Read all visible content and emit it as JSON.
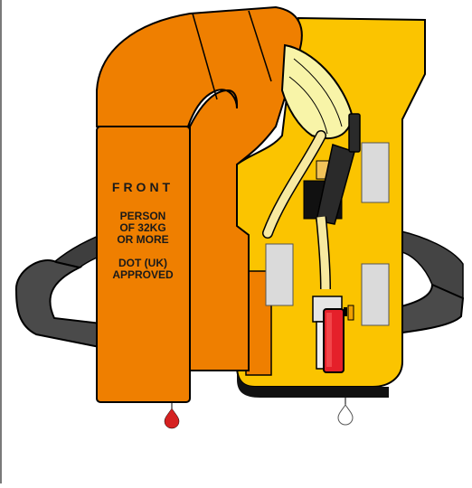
{
  "labels": {
    "front": "FRONT",
    "person_line1": "PERSON",
    "person_line2": "OF 32KG",
    "person_line3": "OR MORE",
    "approval_line1": "DOT (UK)",
    "approval_line2": "APPROVED"
  },
  "colors": {
    "orange_bladder": "#ef7f00",
    "yellow_cover": "#fbc400",
    "belt": "#4a4a4a",
    "cylinder": "#e5202a",
    "water_drop_red": "#d52121",
    "outline": "#000000"
  },
  "icons": [
    "lifejacket",
    "gas-cylinder",
    "inflator",
    "oral-tube",
    "water-drop",
    "buckle"
  ]
}
